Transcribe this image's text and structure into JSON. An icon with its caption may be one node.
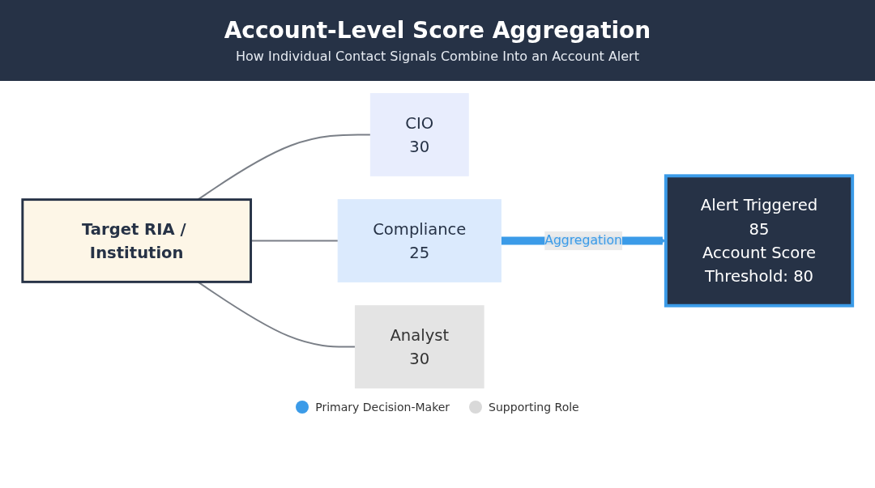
{
  "diagram": {
    "title": "Account-Level Score Aggregation",
    "caption": "How Individual Contact Signals Combine Into an Account Alert",
    "nodes": [
      {
        "text": [
          "Target RIA / Institution"
        ]
      },
      {
        "text": [
          "CIO",
          "30"
        ]
      },
      {
        "text": [
          "Compliance",
          "25"
        ]
      },
      {
        "text": [
          "Analyst",
          "30"
        ]
      },
      {
        "text": [
          "Alert Triggered",
          "85",
          "Account Score",
          "Threshold: 80"
        ]
      }
    ],
    "edges": [
      {
        "from": 0,
        "to": 1,
        "arrow": "none"
      },
      {
        "from": 0,
        "to": 2,
        "arrow": "none"
      },
      {
        "from": 0,
        "to": 3,
        "arrow": "none"
      },
      {
        "from": 2,
        "to": 4,
        "arrow": "to",
        "label": "Aggregation",
        "style": "thick",
        "color": "#3b9be8"
      }
    ],
    "legend": [
      {
        "text": "Primary Decision-Maker",
        "color": "#3b9be8"
      },
      {
        "text": "Supporting Role",
        "color": "#d9d9d9"
      }
    ]
  }
}
